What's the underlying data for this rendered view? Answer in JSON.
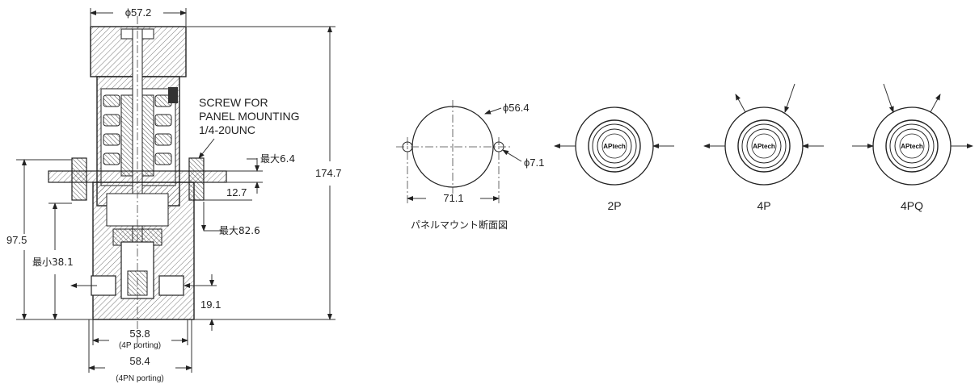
{
  "section_view": {
    "dims": {
      "top_diameter": "ϕ57.2",
      "overall_height": "174.7",
      "body_height": "97.5",
      "min_height": "最小38.1",
      "panel_max_thickness": "最大6.4",
      "flange_dim": "12.7",
      "max_panel_height": "最大82.6",
      "port_height": "19.1",
      "width_4p": "53.8",
      "width_4p_note": "(4P porting)",
      "width_4pn": "58.4",
      "width_4pn_note": "(4PN porting)"
    },
    "screw_note": [
      "SCREW FOR",
      "PANEL MOUNTING",
      "1/4-20UNC"
    ]
  },
  "panel_cutout": {
    "hole_diameter": "ϕ56.4",
    "screw_hole_diameter": "ϕ7.1",
    "hole_spacing": "71.1",
    "caption": "パネルマウント断面図"
  },
  "port_views": [
    {
      "label": "2P",
      "brand": "APtech"
    },
    {
      "label": "4P",
      "brand": "APtech"
    },
    {
      "label": "4PQ",
      "brand": "APtech"
    }
  ],
  "colors": {
    "line": "#222222",
    "hatch": "#555555",
    "background": "#ffffff"
  }
}
